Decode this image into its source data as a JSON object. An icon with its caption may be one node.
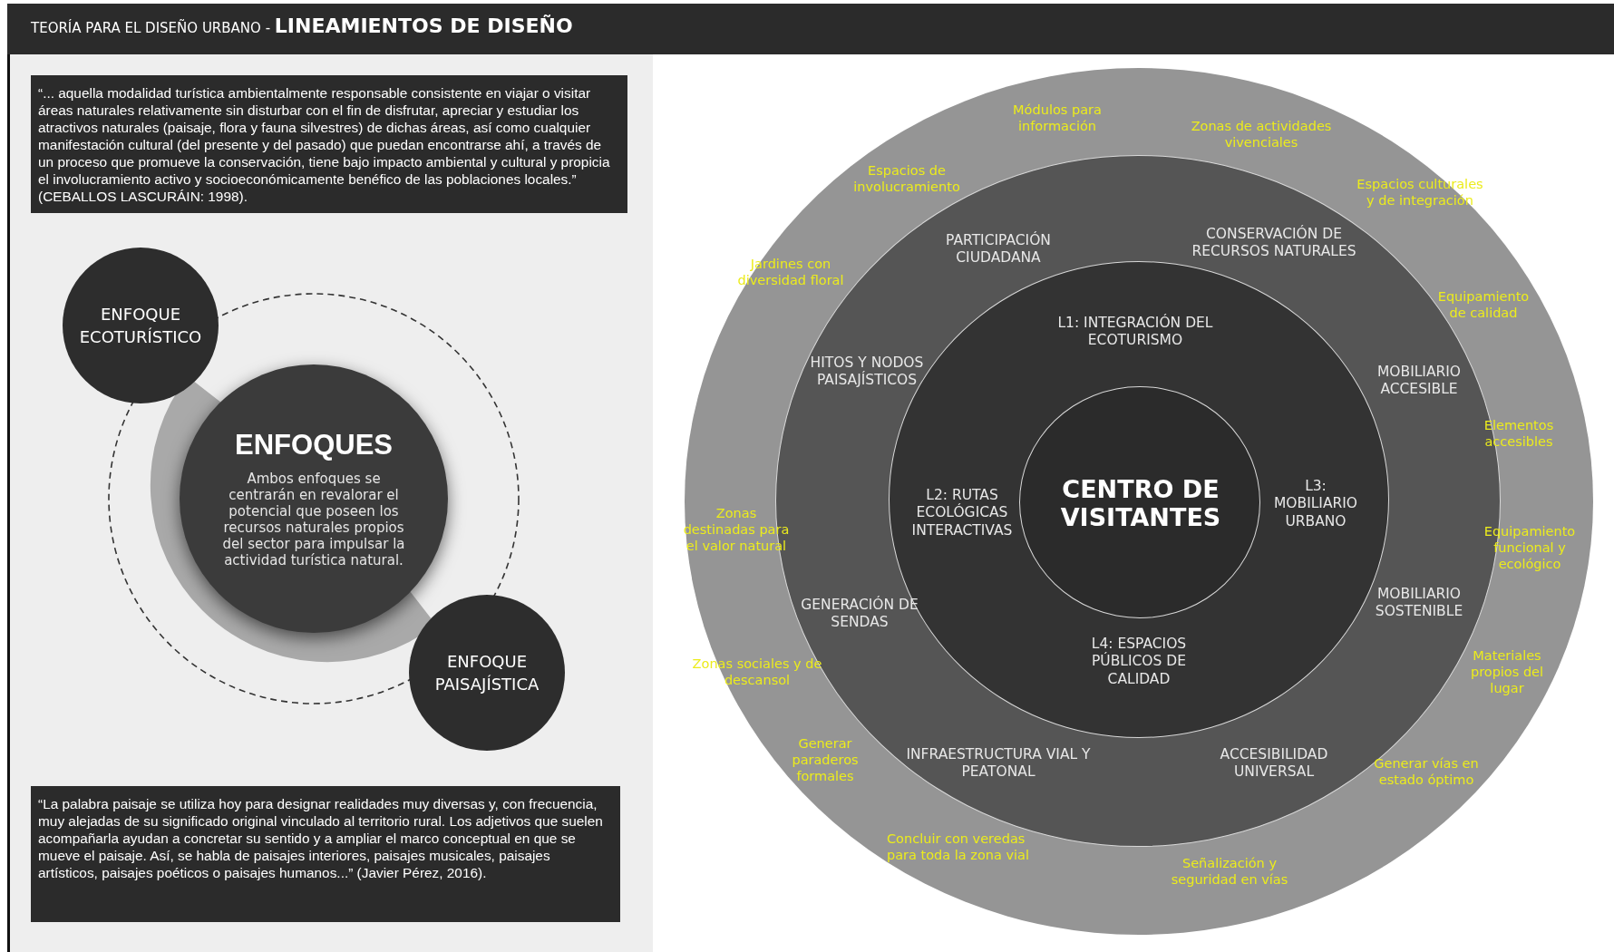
{
  "diagram": {
    "title": "TEORÍA PARA EL DISEÑO URBANO - **LINEAMIENTOS DE DISEÑO**",
    "nodes": [
      {
        "text": [
          "“... aquella modalidad turística ambientalmente responsable consistente en viajar o visitar áreas naturales relativamente sin disturbar con el fin de disfrutar, apreciar y estudiar los atractivos naturales (paisaje, flora y fauna silvestres) de dichas áreas, así como cualquier manifestación cultural (del presente y del pasado) que puedan encontrarse ahí, a través de un proceso que promueve la conservación, tiene bajo impacto ambiental y cultural y propicia el involucramiento activo y socioeconómicamente benéfico de las poblaciones locales.” (CEBALLOS LASCURÁIN: 1998)."
        ]
      },
      {
        "text": [
          "ENFOQUE ECOTURÍSTICO"
        ]
      },
      {
        "text": [
          "ENFOQUES",
          "Ambos enfoques se centrarán en revalorar el potencial que poseen los recursos naturales propios del sector para impulsar la actividad turística natural."
        ]
      },
      {
        "text": [
          "ENFOQUE PAISAJÍSTICA"
        ]
      },
      {
        "text": [
          "“La palabra paisaje se utiliza hoy para designar realidades muy diversas y, con frecuencia, muy alejadas de su significado original vinculado al territorio rural. Los adjetivos que suelen acompañarla ayudan a concretar su sentido y a ampliar el marco conceptual en que se mueve el paisaje. Así, se habla de paisajes interiores, paisajes musicales, paisajes artísticos, paisajes poéticos o paisajes humanos...” (Javier Pérez, 2016)."
        ]
      },
      {
        "text": [],
        "shape": "circle"
      },
      {
        "text": [
          "PARTICIPACIÓN CIUDADANA",
          "CONSERVACIÓN DE RECURSOS NATURALES",
          "HITOS Y NODOS PAISAJÍSTICOS",
          "MOBILIARIO ACCESIBLE",
          "GENERACIÓN DE SENDAS",
          "MOBILIARIO SOSTENIBLE",
          "INFRAESTRUCTURA VIAL Y PEATONAL",
          "ACCESIBILIDAD UNIVERSAL"
        ],
        "in": 5
      },
      {
        "text": [
          "L1: INTEGRACIÓN DEL ECOTURISMO",
          "L2: RUTAS ECOLÓGICAS INTERACTIVAS",
          "L3: MOBILIARIO URBANO",
          "L4: ESPACIOS PÚBLICOS DE CALIDAD"
        ],
        "in": 6
      },
      {
        "text": [
          "CENTRO DE VISITANTES"
        ],
        "in": 7
      }
    ],
    "edges": [],
    "labels": [
      "Módulos para información",
      "Zonas de actividades vivenciales",
      "Espacios de involucramiento",
      "Espacios culturales y de integración",
      "Jardines con diversidad floral",
      "Equipamiento de calidad",
      "Elementos accesibles",
      "Zonas destinadas para el valor natural",
      "Equipamiento funcional y ecológico",
      "Zonas sociales y de descansol",
      "Materiales propios del lugar",
      "Generar paraderos formales",
      "Generar vías en estado óptimo",
      "Concluir con veredas para toda la zona vial",
      "Señalización y seguridad en vías"
    ]
  }
}
